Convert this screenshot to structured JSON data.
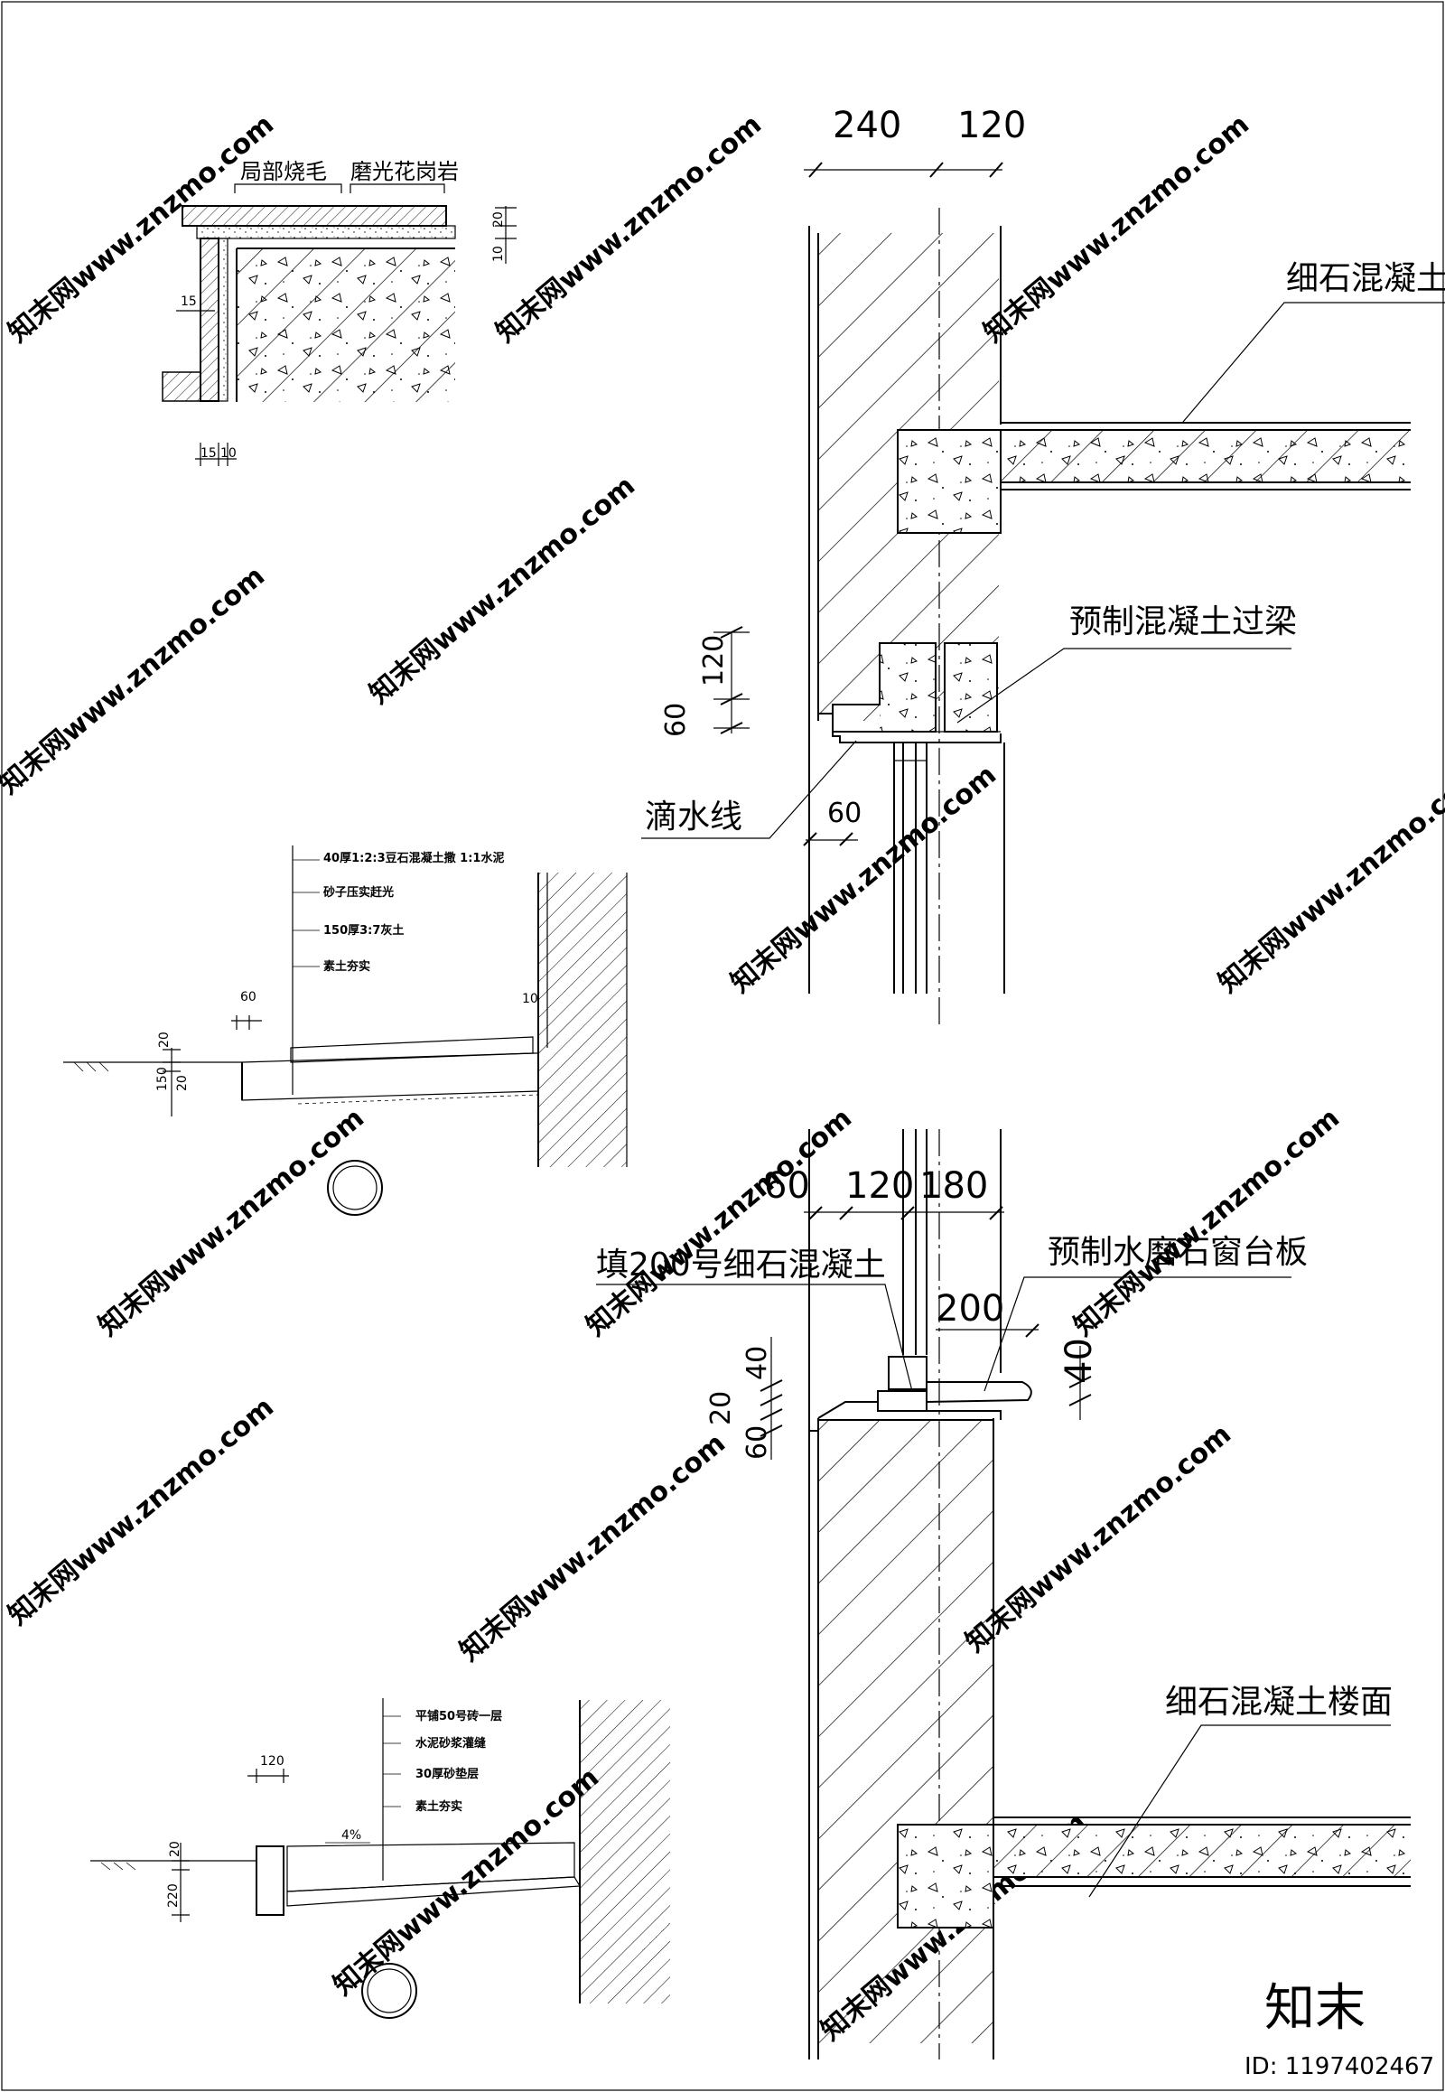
{
  "detail_top_left": {
    "label_left": "局部烧毛",
    "label_right": "磨光花岗岩",
    "dim_20": "20",
    "dim_10": "10",
    "dim_15": "15",
    "dim_15_bottom": "15",
    "dim_10_bottom": "10"
  },
  "section_upper": {
    "dim_240": "240",
    "dim_120": "120",
    "label_slab": "细石混凝土",
    "label_lintel": "预制混凝土过梁",
    "label_drip": "滴水线",
    "dim_60_drip": "60",
    "dim_120_v": "120",
    "dim_60_v": "60"
  },
  "detail_middle_left": {
    "notes": [
      "40厚1:2:3豆石混凝土撒 1:1水泥",
      "砂子压实赶光",
      "150厚3:7灰土",
      "素土夯实"
    ],
    "dim_60": "60",
    "dim_10": "10",
    "dim_20": "20",
    "dim_150": "150",
    "dim_20b": "20"
  },
  "section_lower": {
    "dim_60": "60",
    "dim_120": "120",
    "dim_180": "180",
    "label_fill": "填200号细石混凝土",
    "label_sill": "预制水磨石窗台板",
    "dim_200": "200",
    "dim_40_right": "40",
    "dim_40_left": "40",
    "dim_20_left": "20",
    "dim_60_left": "60",
    "label_floor": "细石混凝土楼面"
  },
  "detail_bottom_left": {
    "notes": [
      "平铺50号砖一层",
      "水泥砂浆灌缝",
      "30厚砂垫层",
      "素土夯实"
    ],
    "dim_120": "120",
    "slope": "4%",
    "dim_20": "20",
    "dim_220": "220"
  },
  "watermark": {
    "text": "知末网www.znzmo.com",
    "brand": "知末",
    "id": "ID: 1197402467"
  }
}
